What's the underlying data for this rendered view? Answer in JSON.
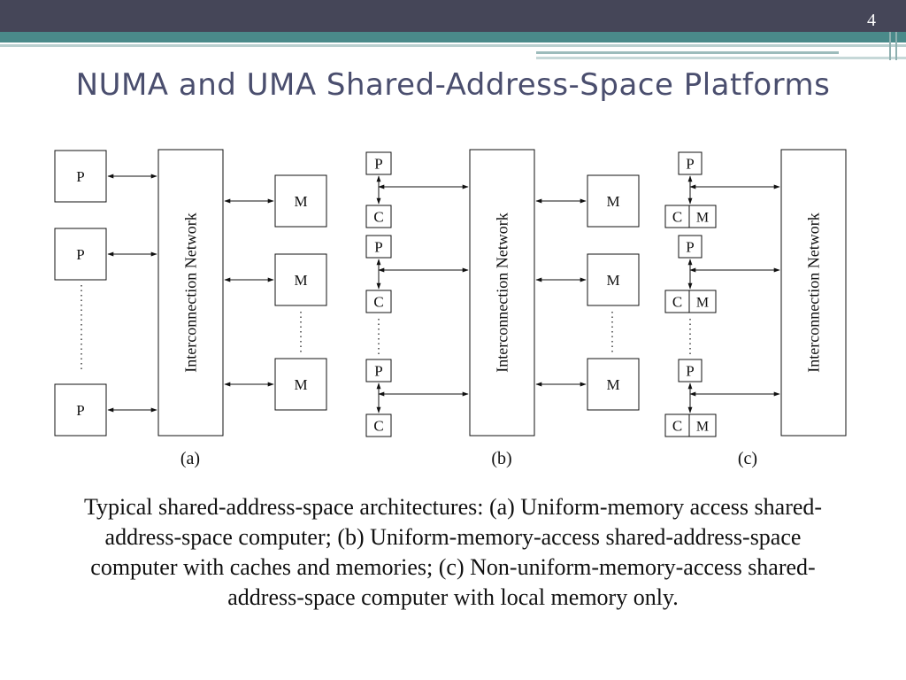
{
  "slide": {
    "number": "4",
    "title": "NUMA and UMA Shared-Address-Space Platforms",
    "caption": "Typical shared-address-space architectures: (a) Uniform-memory access shared-address-space computer; (b) Uniform-memory-access shared-address-space computer with caches and memories; (c) Non-uniform-memory-access shared-address-space computer with local memory only."
  },
  "theme": {
    "header": "#454658",
    "accent": "#4a8a8a",
    "title": "#4a4e6e"
  },
  "diagram": {
    "network_label": "Interconnection Network",
    "processor_label": "P",
    "cache_label": "C",
    "memory_label": "M",
    "panels": [
      {
        "id": "a",
        "label": "(a)",
        "description": "Processors connected through interconnection network to global memory modules"
      },
      {
        "id": "b",
        "label": "(b)",
        "description": "Processors with caches connected through interconnection network to global memory modules"
      },
      {
        "id": "c",
        "label": "(c)",
        "description": "Processors with cache and local memory connected to interconnection network"
      }
    ]
  }
}
